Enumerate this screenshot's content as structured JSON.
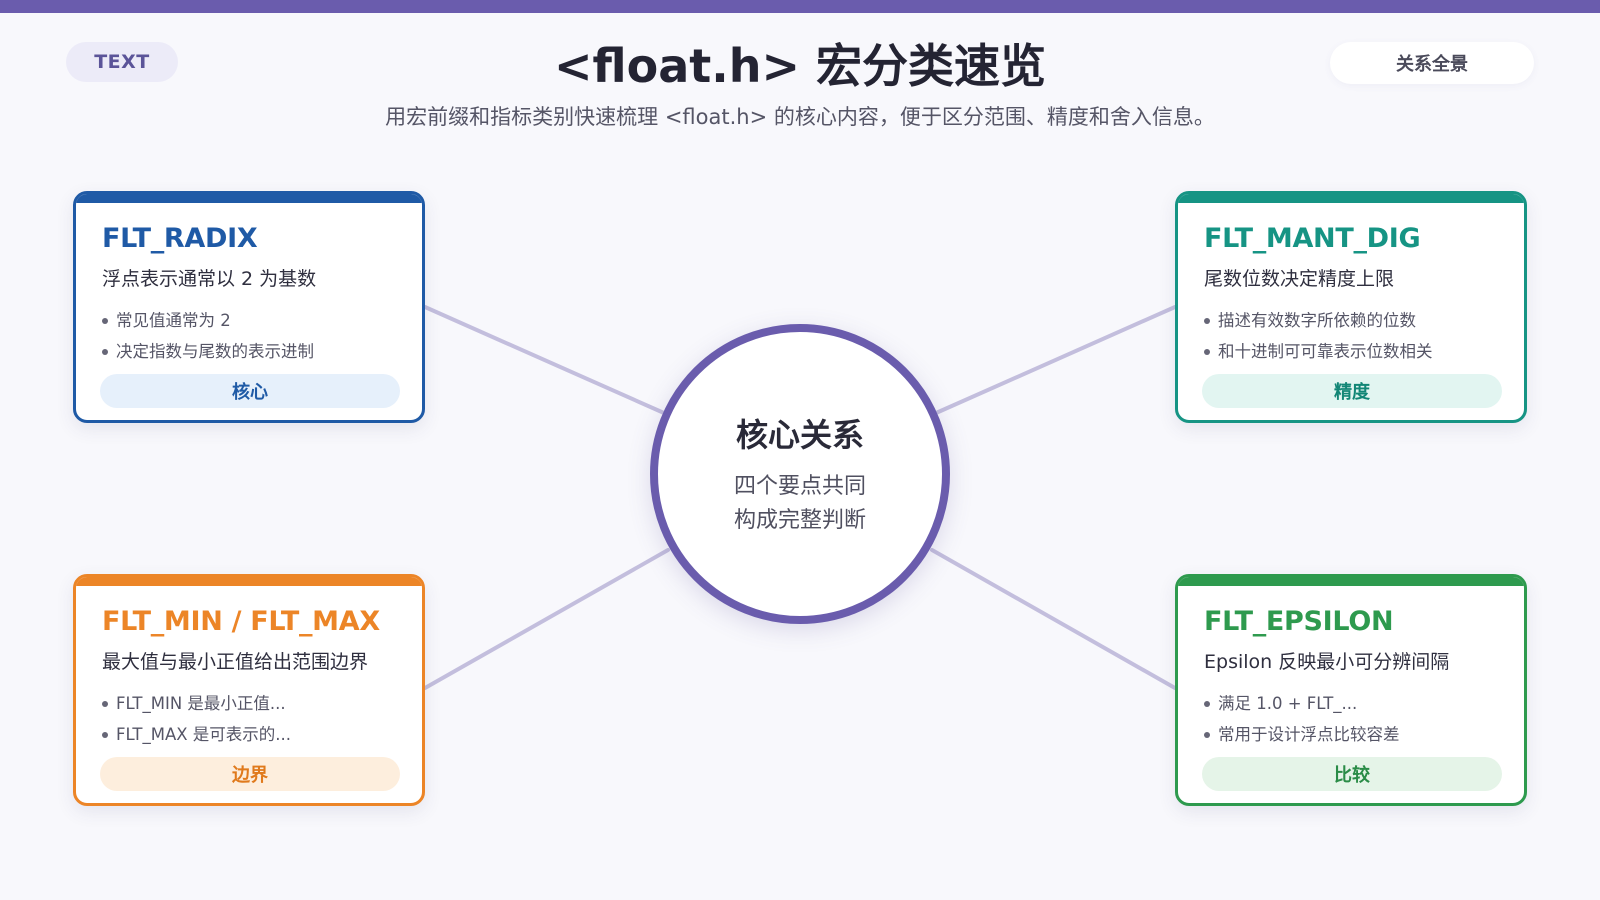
{
  "header": {
    "tag": "TEXT",
    "title": "<float.h> 宏分类速览",
    "subtitle": "用宏前缀和指标类别快速梳理 <float.h> 的核心内容，便于区分范围、精度和舍入信息。",
    "right_button": "关系全景"
  },
  "hub": {
    "title": "核心关系",
    "lines": [
      "四个要点共同",
      "构成完整判断"
    ]
  },
  "cards": [
    {
      "title": "FLT_RADIX",
      "description": "浮点表示通常以 2 为基数",
      "items": [
        "常见值通常为 2",
        "决定指数与尾数的表示进制"
      ],
      "badge": "核心",
      "accent": "#1f5aa6"
    },
    {
      "title": "FLT_MANT_DIG",
      "description": "尾数位数决定精度上限",
      "items": [
        "描述有效数字所依赖的位数",
        "和十进制可可靠表示位数相关"
      ],
      "badge": "精度",
      "accent": "#169484"
    },
    {
      "title": "FLT_MIN / FLT_MAX",
      "description": "最大值与最小正值给出范围边界",
      "items": [
        "FLT_MIN 是最小正值...",
        "FLT_MAX 是可表示的..."
      ],
      "badge": "边界",
      "accent": "#ec8527"
    },
    {
      "title": "FLT_EPSILON",
      "description": "Epsilon 反映最小可分辨间隔",
      "items": [
        "满足 1.0 + FLT_...",
        "常用于设计浮点比较容差"
      ],
      "badge": "比较",
      "accent": "#2e9a4e"
    }
  ],
  "colors": {
    "primary": "#6a5cad",
    "connector": "#c3bedd",
    "background": "#f8f8fc"
  }
}
